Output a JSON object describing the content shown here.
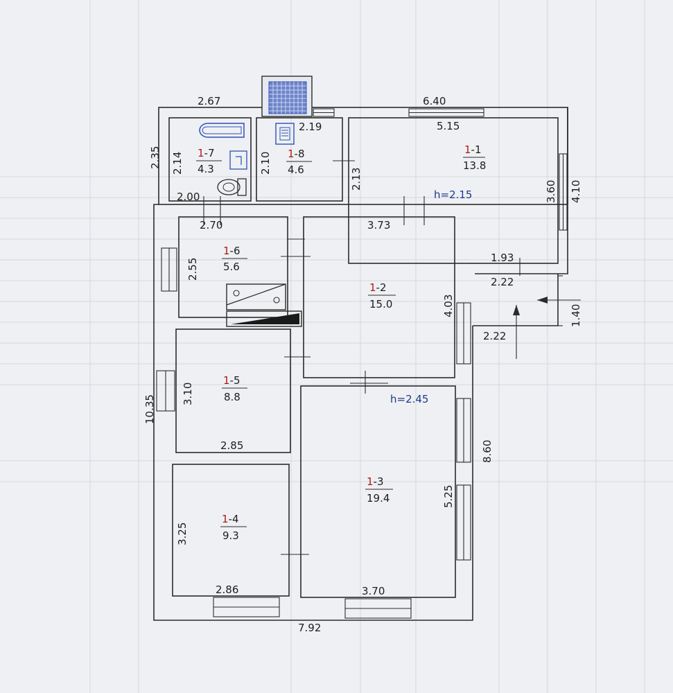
{
  "colors": {
    "room_prefix": "#b01818",
    "room_text": "#1d1d1d",
    "height_text": "#1f3a8a",
    "fixture_blue": "#2b4fb8",
    "wall": "#2b2b2b"
  },
  "rooms": [
    {
      "id": "r1-1",
      "prefix": "1",
      "suffix": "-1",
      "area": "13.8"
    },
    {
      "id": "r1-2",
      "prefix": "1",
      "suffix": "-2",
      "area": "15.0"
    },
    {
      "id": "r1-3",
      "prefix": "1",
      "suffix": "-3",
      "area": "19.4"
    },
    {
      "id": "r1-4",
      "prefix": "1",
      "suffix": "-4",
      "area": "9.3"
    },
    {
      "id": "r1-5",
      "prefix": "1",
      "suffix": "-5",
      "area": "8.8"
    },
    {
      "id": "r1-6",
      "prefix": "1",
      "suffix": "-6",
      "area": "5.6"
    },
    {
      "id": "r1-7",
      "prefix": "1",
      "suffix": "-7",
      "area": "4.3"
    },
    {
      "id": "r1-8",
      "prefix": "1",
      "suffix": "-8",
      "area": "4.6"
    }
  ],
  "ceiling_heights": [
    "h=2.15",
    "h=2.45"
  ],
  "dimensions": [
    "2.67",
    "6.40",
    "2.19",
    "5.15",
    "2.35",
    "2.14",
    "2.10",
    "2.13",
    "3.60",
    "4.10",
    "2.00",
    "2.70",
    "3.73",
    "2.55",
    "1.93",
    "2.22",
    "4.03",
    "1.40",
    "2.22",
    "10.35",
    "3.10",
    "2.85",
    "8.60",
    "5.25",
    "3.25",
    "2.86",
    "3.70",
    "7.92"
  ],
  "icons": [
    "window-icon",
    "door-icon",
    "bathtub-icon",
    "toilet-icon",
    "sink-icon",
    "boiler-icon",
    "stove-icon",
    "entrance-arrow-icon",
    "skylight-icon"
  ]
}
